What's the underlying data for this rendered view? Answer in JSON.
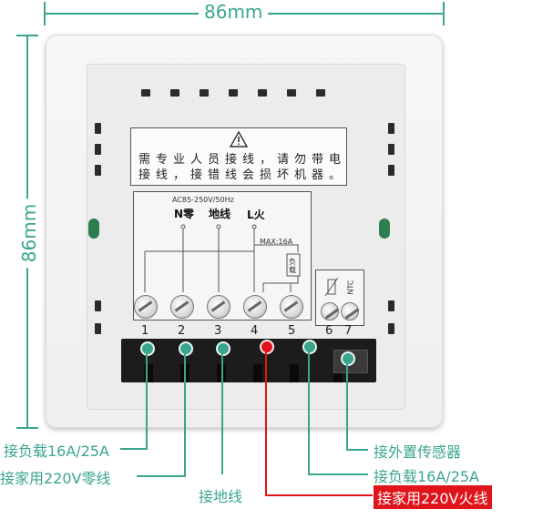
{
  "dimensions": {
    "width_label": "86mm",
    "height_label": "86mm"
  },
  "warning": {
    "line1": "需专业人员接线，请勿带电",
    "line2": "接线，接错线会损坏机器。"
  },
  "wiring": {
    "voltage": "AC85-250V/50Hz",
    "n_label": "N零",
    "ground_label": "地线",
    "l_label": "L火",
    "max_label": "MAX:16A",
    "load_label": "负载"
  },
  "ntc": {
    "label": "NTC"
  },
  "terminals": [
    "1",
    "2",
    "3",
    "4",
    "5",
    "6",
    "7"
  ],
  "callouts": {
    "t1": "接负载16A/25A",
    "t2": "接家用220V零线",
    "t3": "接地线",
    "t4": "接家用220V火线",
    "t5": "接负载16A/25A",
    "t6": "接外置传感器"
  },
  "colors": {
    "accent": "#3aa58d",
    "alert": "#e0141b"
  }
}
